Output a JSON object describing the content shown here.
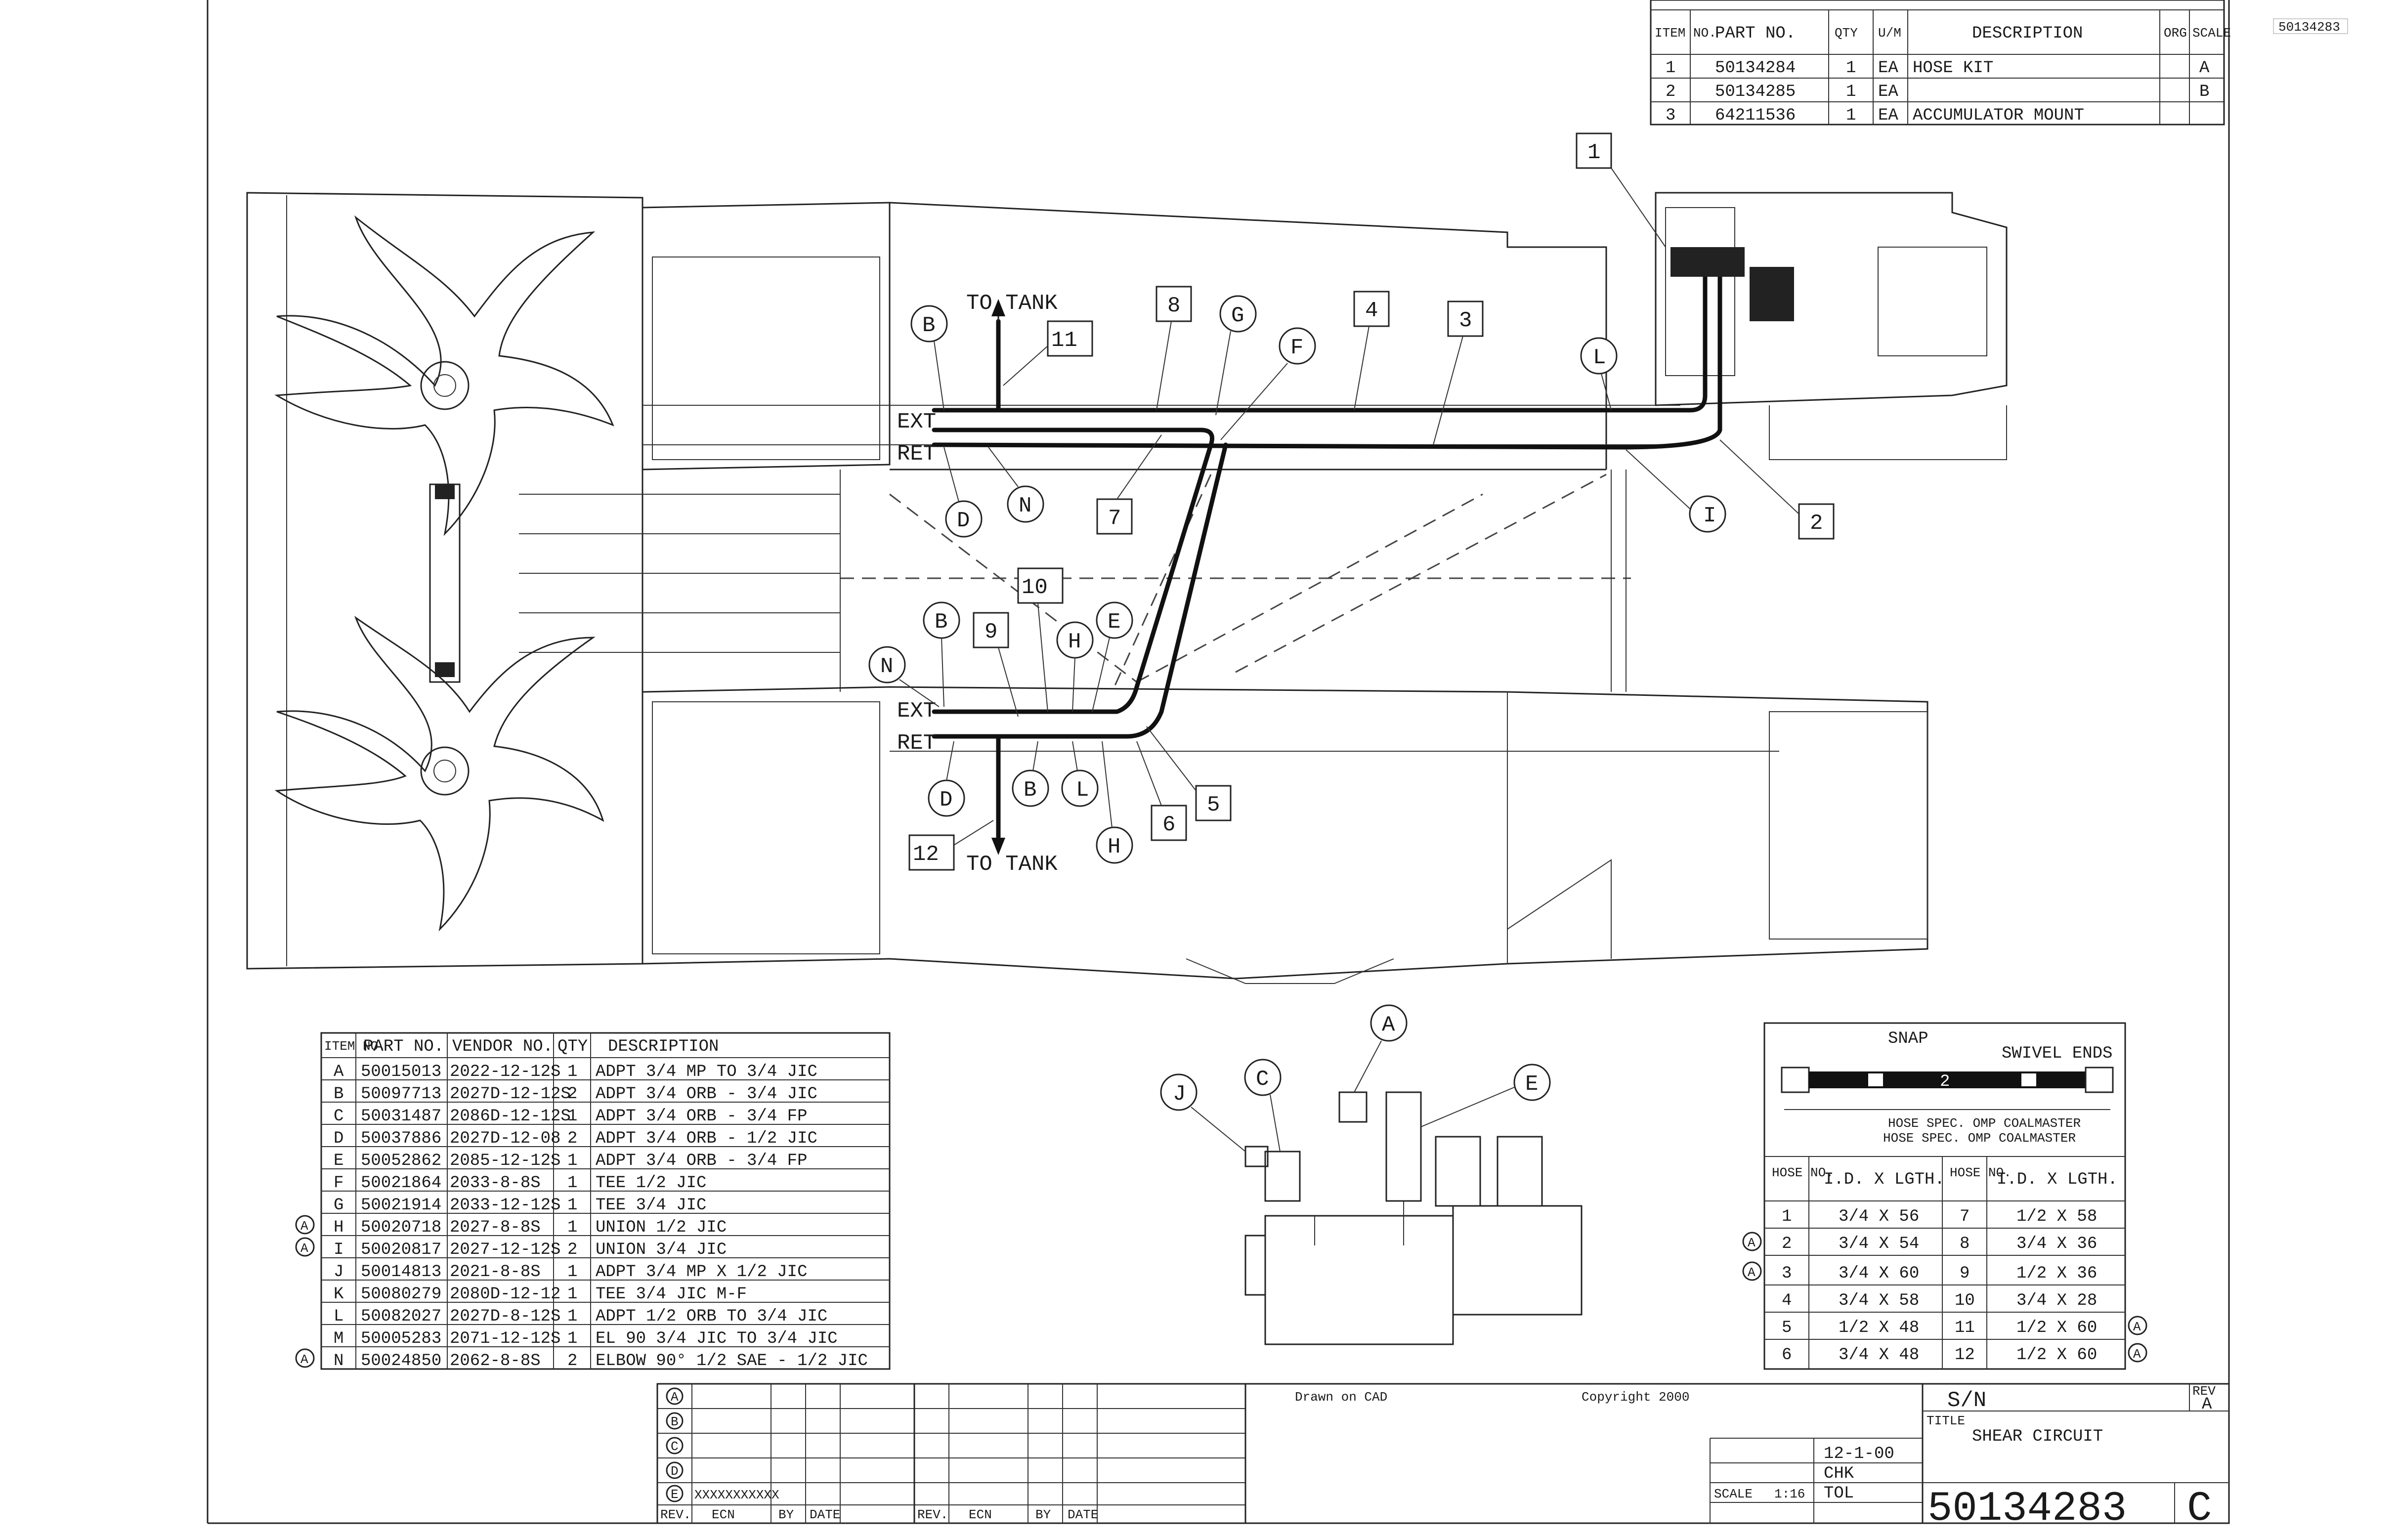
{
  "bom_top": {
    "headers": [
      "ITEM NO.",
      "PART NO.",
      "QTY",
      "U/M",
      "DESCRIPTION",
      "ORG",
      "SCALE"
    ],
    "rows": [
      {
        "item": "1",
        "part": "50134284",
        "qty": "1",
        "um": "EA",
        "desc": "HOSE KIT",
        "org": "",
        "col": "A"
      },
      {
        "item": "2",
        "part": "50134285",
        "qty": "1",
        "um": "EA",
        "desc": "",
        "org": "",
        "col": "B"
      },
      {
        "item": "3",
        "part": "64211536",
        "qty": "1",
        "um": "EA",
        "desc": "ACCUMULATOR MOUNT",
        "org": "",
        "col": ""
      }
    ]
  },
  "labels": {
    "to_tank_top": "TO TANK",
    "to_tank_bottom": "TO TANK",
    "ext_top": "EXT",
    "ret_top": "RET",
    "ext_bottom": "EXT",
    "ret_bottom": "RET"
  },
  "callouts_boxed": [
    "1",
    "2",
    "3",
    "4",
    "5",
    "6",
    "7",
    "8",
    "9",
    "10",
    "11",
    "12"
  ],
  "callouts_circled": [
    "A",
    "B",
    "C",
    "D",
    "E",
    "F",
    "G",
    "H",
    "I",
    "J",
    "L",
    "N"
  ],
  "fittings_table": {
    "headers": [
      "ITEM NO.",
      "PART NO.",
      "VENDOR NO.",
      "QTY",
      "DESCRIPTION"
    ],
    "rows": [
      {
        "rev": "",
        "item": "A",
        "part": "50015013",
        "vendor": "2022-12-12S",
        "qty": "1",
        "desc": "ADPT 3/4 MP TO 3/4 JIC"
      },
      {
        "rev": "",
        "item": "B",
        "part": "50097713",
        "vendor": "2027D-12-12S",
        "qty": "2",
        "desc": "ADPT 3/4 ORB - 3/4 JIC"
      },
      {
        "rev": "",
        "item": "C",
        "part": "50031487",
        "vendor": "2086D-12-12S",
        "qty": "1",
        "desc": "ADPT 3/4 ORB - 3/4 FP"
      },
      {
        "rev": "",
        "item": "D",
        "part": "50037886",
        "vendor": "2027D-12-08",
        "qty": "2",
        "desc": "ADPT 3/4 ORB - 1/2 JIC"
      },
      {
        "rev": "",
        "item": "E",
        "part": "50052862",
        "vendor": "2085-12-12S",
        "qty": "1",
        "desc": "ADPT 3/4 ORB - 3/4 FP"
      },
      {
        "rev": "",
        "item": "F",
        "part": "50021864",
        "vendor": "2033-8-8S",
        "qty": "1",
        "desc": "TEE 1/2 JIC"
      },
      {
        "rev": "",
        "item": "G",
        "part": "50021914",
        "vendor": "2033-12-12S",
        "qty": "1",
        "desc": "TEE 3/4 JIC"
      },
      {
        "rev": "A",
        "item": "H",
        "part": "50020718",
        "vendor": "2027-8-8S",
        "qty": "1",
        "desc": "UNION 1/2 JIC"
      },
      {
        "rev": "A",
        "item": "I",
        "part": "50020817",
        "vendor": "2027-12-12S",
        "qty": "2",
        "desc": "UNION 3/4 JIC"
      },
      {
        "rev": "",
        "item": "J",
        "part": "50014813",
        "vendor": "2021-8-8S",
        "qty": "1",
        "desc": "ADPT 3/4 MP X 1/2 JIC"
      },
      {
        "rev": "",
        "item": "K",
        "part": "50080279",
        "vendor": "2080D-12-12",
        "qty": "1",
        "desc": "TEE 3/4 JIC M-F"
      },
      {
        "rev": "",
        "item": "L",
        "part": "50082027",
        "vendor": "2027D-8-12S",
        "qty": "1",
        "desc": "ADPT 1/2 ORB TO 3/4 JIC"
      },
      {
        "rev": "",
        "item": "M",
        "part": "50005283",
        "vendor": "2071-12-12S",
        "qty": "1",
        "desc": "EL 90 3/4 JIC TO 3/4 JIC"
      },
      {
        "rev": "A",
        "item": "N",
        "part": "50024850",
        "vendor": "2062-8-8S",
        "qty": "2",
        "desc": "ELBOW 90° 1/2 SAE - 1/2 JIC"
      }
    ]
  },
  "detail_callouts": [
    "A",
    "C",
    "E",
    "J"
  ],
  "hose_table": {
    "title_left": "SNAP",
    "title_right": "SWIVEL ENDS",
    "hose_label": "2",
    "spec_line1": "HOSE SPEC. OMP COALMASTER",
    "spec_line2": "HOSE SPEC. OMP COALMASTER",
    "headers": [
      "HOSE NO.",
      "I.D. X LGTH.",
      "HOSE NO.",
      "I.D. X LGTH."
    ],
    "rows": [
      {
        "rev_l": "",
        "no_l": "1",
        "len_l": "3/4 X 56",
        "no_r": "7",
        "len_r": "1/2 X 58",
        "rev_r": ""
      },
      {
        "rev_l": "A",
        "no_l": "2",
        "len_l": "3/4 X 54",
        "no_r": "8",
        "len_r": "3/4 X 36",
        "rev_r": ""
      },
      {
        "rev_l": "A",
        "no_l": "3",
        "len_l": "3/4 X 60",
        "no_r": "9",
        "len_r": "1/2 X 36",
        "rev_r": ""
      },
      {
        "rev_l": "",
        "no_l": "4",
        "len_l": "3/4 X 58",
        "no_r": "10",
        "len_r": "3/4 X 28",
        "rev_r": ""
      },
      {
        "rev_l": "",
        "no_l": "5",
        "len_l": "1/2 X 48",
        "no_r": "11",
        "len_r": "1/2 X 60",
        "rev_r": "A"
      },
      {
        "rev_l": "",
        "no_l": "6",
        "len_l": "3/4 X 48",
        "no_r": "12",
        "len_r": "1/2 X 60",
        "rev_r": "A"
      }
    ]
  },
  "revision_block": {
    "rows": [
      "A",
      "B",
      "C",
      "D",
      "E"
    ],
    "first_row_text": "XXXXXXXXXXX",
    "headers": [
      "REV.",
      "ECN",
      "BY",
      "DATE",
      "REV.",
      "ECN",
      "BY",
      "DATE"
    ]
  },
  "title_block": {
    "drawn_on": "Drawn on CAD",
    "copyright": "Copyright 2000",
    "date": "12-1-00",
    "checked": "CHK",
    "scale": "1:16",
    "scale_label": "SCALE",
    "tol": "TOL",
    "sn_label": "S/N",
    "rev_label": "REV",
    "rev_value": "A",
    "title_label": "TITLE",
    "title_value": "SHEAR CIRCUIT",
    "dwg_no": "50134283",
    "size": "C"
  },
  "corner_code": "50134283"
}
